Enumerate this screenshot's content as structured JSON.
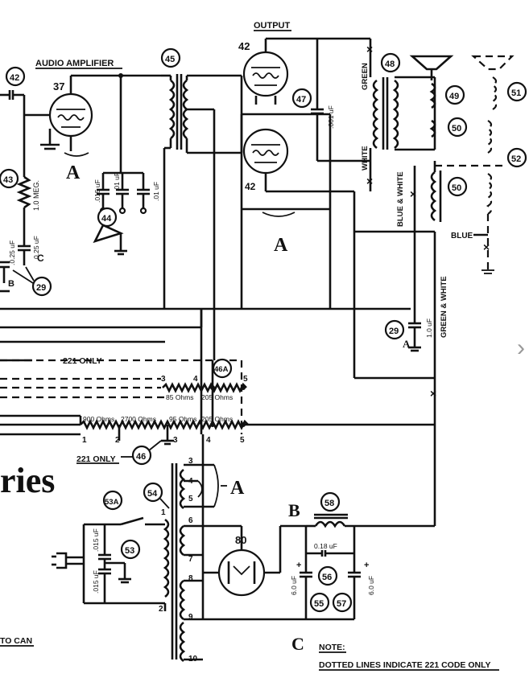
{
  "titles": {
    "output": "OUTPUT",
    "audio_amplifier": "AUDIO AMPLIFIER",
    "series_fragment": "ries",
    "to_can": "TO CAN",
    "note": "NOTE:",
    "note_text": "DOTTED LINES INDICATE 221 CODE ONLY"
  },
  "tubes": {
    "t37": "37",
    "t42_top": "42",
    "t42_bottom": "42",
    "t80": "80"
  },
  "callouts": {
    "c42": "42",
    "c43": "43",
    "c44": "44",
    "c45": "45",
    "c46a": "46A",
    "c46": "46",
    "c47": "47",
    "c48": "48",
    "c49": "49",
    "c50a": "50",
    "c50b": "50",
    "c51": "51",
    "c52": "52",
    "c53a": "53A",
    "c53": "53",
    "c54": "54",
    "c55": "55",
    "c56": "56",
    "c57": "57",
    "c58": "58",
    "c29a": "29",
    "c29b": "29"
  },
  "values": {
    "meg": "1.0 MEG.",
    "cap025a": ".0.25 uF",
    "cap025b": "0.25 uF",
    "cap015": ".015 uF",
    "cap01a": ".01 uF",
    "cap01b": ".01 uF",
    "cap001": ".001 uF",
    "cap10": "1.0 uF",
    "cap018": "0.18 uF",
    "cap60a": "6.0 uF",
    "cap60b": "6.0 uF",
    "cap015a": ".015 uF",
    "cap015b": ".015 uF"
  },
  "wires": {
    "green": "GREEN",
    "white": "WHITE",
    "blue_white": "BLUE & WHITE",
    "blue": "BLUE",
    "green_white": "GREEN & WHITE"
  },
  "resistor_labels": {
    "only221_top": "221 ONLY",
    "only221_bottom": "221 ONLY",
    "ohm85": "85 Ohms",
    "ohm205a": "205 Ohms",
    "ohm900": "900 Ohms",
    "ohm2700": "2700 Ohms",
    "ohm95": "95 Ohms",
    "ohm205b": "205 Ohms"
  },
  "taps": {
    "top3": "3",
    "top4": "4",
    "top5": "5",
    "b1": "1",
    "b2": "2",
    "b3": "3",
    "b4": "4",
    "b5": "5",
    "x3": "3",
    "x4": "4",
    "x5": "5",
    "p1": "1",
    "p2": "2",
    "p6": "6",
    "p7": "7",
    "p8": "8",
    "p9": "9",
    "p10": "10"
  },
  "letters": {
    "a1": "A",
    "a2": "A",
    "a3": "A",
    "b_small": "B",
    "b_choke": "B",
    "c_small": "C",
    "c_big": "C"
  },
  "nav": {
    "next_arrow": "›"
  }
}
